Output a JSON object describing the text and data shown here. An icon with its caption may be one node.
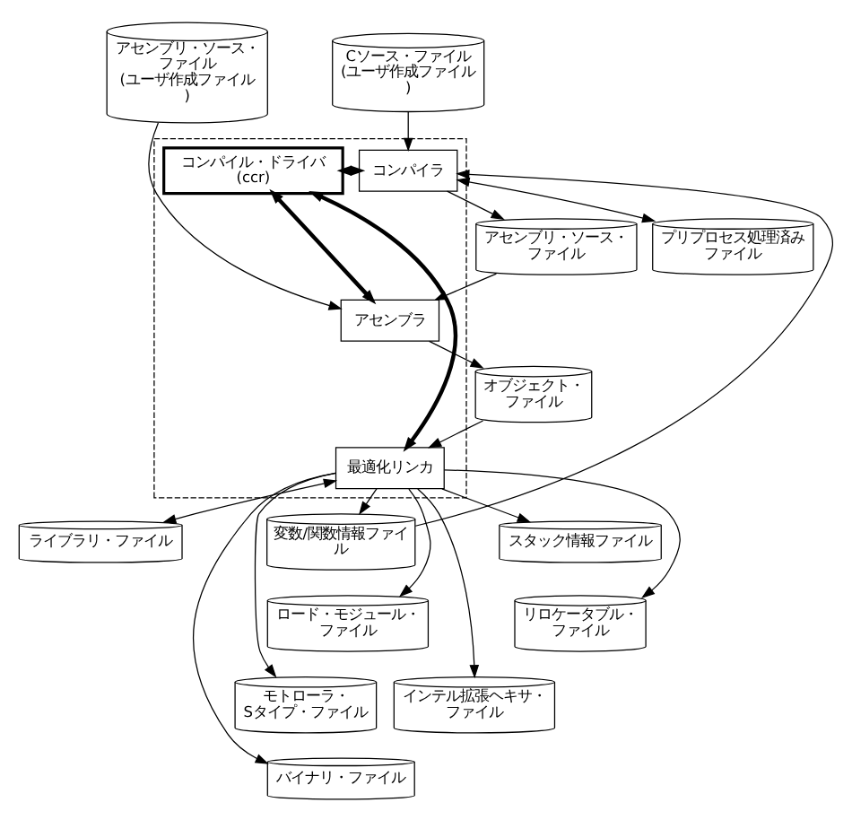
{
  "diagram": {
    "nodes": [
      {
        "text": [],
        "shape": "box"
      },
      {
        "text": [
          "コンパイル・ドライバ (ccr)"
        ],
        "in": 0
      },
      {
        "text": [
          "Cソース・ファイル(ユーザ作成ファイル)"
        ]
      },
      {
        "text": [
          "コンパイラ"
        ],
        "in": 0
      },
      {
        "text": [
          "プリプロセス処理済みファイル"
        ]
      },
      {
        "text": [
          "アセンブリ・ソース・ファイル"
        ]
      },
      {
        "text": [
          "アセンブラ"
        ],
        "in": 0
      },
      {
        "text": [
          "アセンブリ・ソース・ファイル(ユーザ作成ファイル)"
        ]
      },
      {
        "text": [
          "オブジェクト・ファイル"
        ]
      },
      {
        "text": [
          "最適化リンカ"
        ],
        "in": 0
      },
      {
        "text": [
          "ライブラリ・ファイル"
        ]
      },
      {
        "text": [
          "スタック情報ファイル"
        ]
      },
      {
        "text": [
          "変数/関数情報ファイル"
        ]
      },
      {
        "text": [
          "リロケータブル・ファイル"
        ]
      },
      {
        "text": [
          "ロード・モジュール・ファイル"
        ]
      },
      {
        "text": [
          "インテル拡張ヘキサ・ファイル"
        ]
      },
      {
        "text": [
          "モトローラ・Sタイプ・ファイル"
        ]
      },
      {
        "text": [
          "バイナリ・ファイル"
        ]
      }
    ],
    "edges": [
      {
        "from": 2,
        "to": 3,
        "arrow": "to"
      },
      {
        "from": 1,
        "to": 3,
        "arrow": "both",
        "style": "thick"
      },
      {
        "from": 1,
        "to": 6,
        "arrow": "both",
        "style": "thick"
      },
      {
        "from": 1,
        "to": 9,
        "arrow": "both",
        "style": "thick"
      },
      {
        "from": 3,
        "to": 4,
        "arrow": "both"
      },
      {
        "from": 3,
        "to": 5,
        "arrow": "to"
      },
      {
        "from": 5,
        "to": 6,
        "arrow": "to"
      },
      {
        "from": 7,
        "to": 6,
        "arrow": "to"
      },
      {
        "from": 6,
        "to": 8,
        "arrow": "to"
      },
      {
        "from": 8,
        "to": 9,
        "arrow": "to"
      },
      {
        "from": 9,
        "to": 10,
        "arrow": "both"
      },
      {
        "from": 9,
        "to": 11,
        "arrow": "to"
      },
      {
        "from": 9,
        "to": 12,
        "arrow": "to"
      },
      {
        "from": 9,
        "to": 13,
        "arrow": "to"
      },
      {
        "from": 9,
        "to": 14,
        "arrow": "to"
      },
      {
        "from": 9,
        "to": 15,
        "arrow": "to"
      },
      {
        "from": 9,
        "to": 16,
        "arrow": "to"
      },
      {
        "from": 9,
        "to": 17,
        "arrow": "to"
      },
      {
        "from": 12,
        "to": 3,
        "arrow": "to"
      }
    ]
  }
}
